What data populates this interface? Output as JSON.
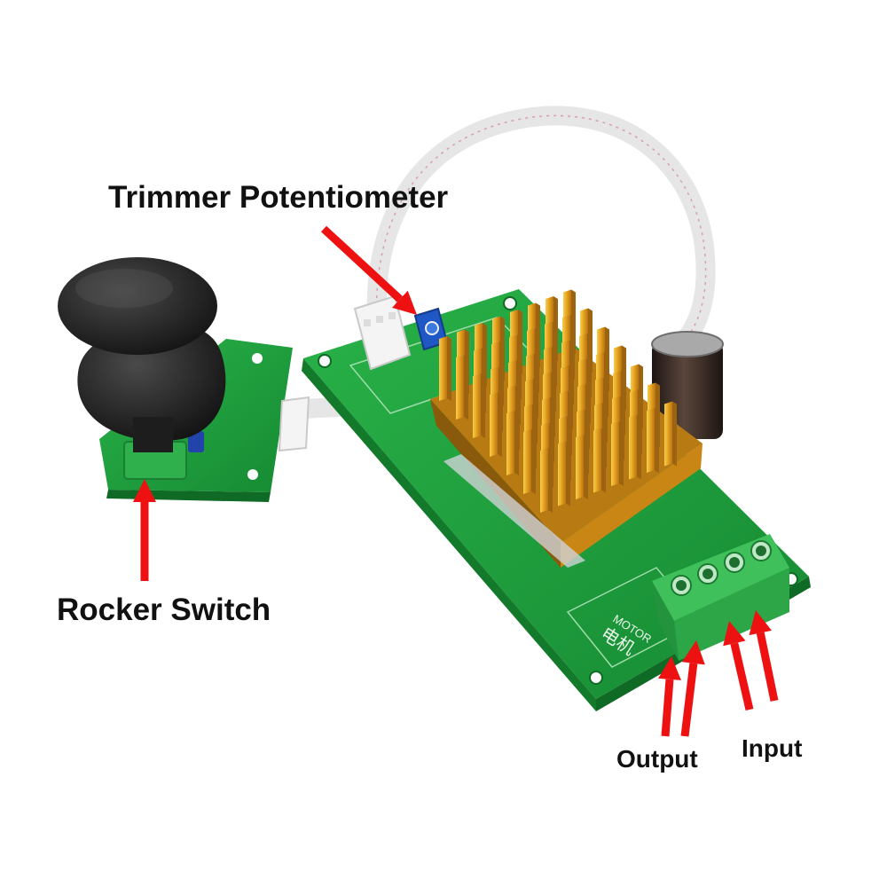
{
  "labels": {
    "trimmer": "Trimmer Potentiometer",
    "rocker": "Rocker Switch",
    "output": "Output",
    "input": "Input"
  },
  "board_silkscreen": {
    "motor_cn": "电机",
    "motor_en": "MOTOR"
  },
  "colors": {
    "pcb": "#1f9a3c",
    "pcb_dark": "#147a2c",
    "heatsink": "#e0a21e",
    "heatsink_dark": "#a86d10",
    "terminal": "#3bbf55",
    "knob": "#262626",
    "arrow": "#ee1111",
    "cable": "#e8e8e8",
    "capacitor": "#3a2a22"
  }
}
